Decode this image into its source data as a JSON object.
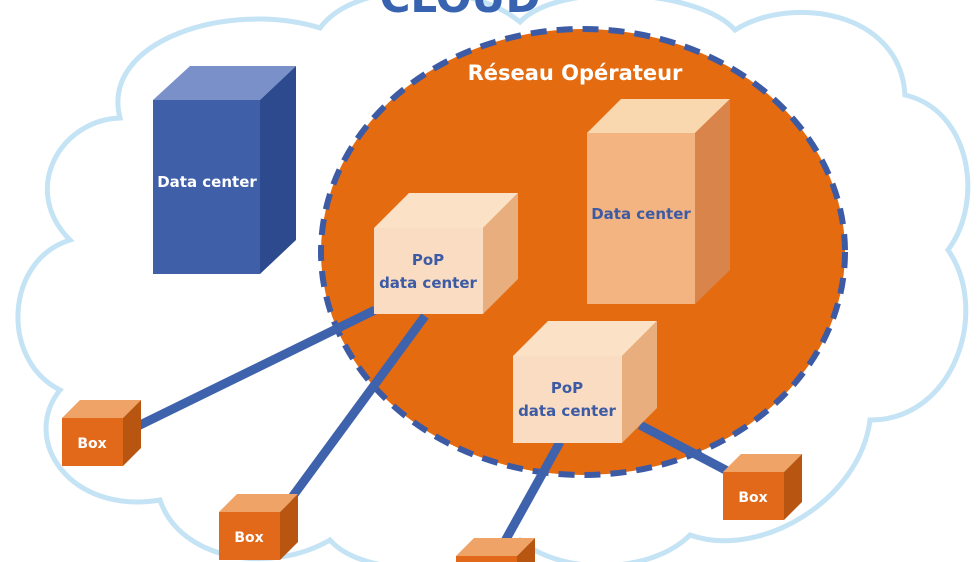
{
  "diagram": {
    "cloud_title": "CLOUD",
    "network_label": "Réseau Opérateur",
    "external_datacenter": {
      "label": "Data center"
    },
    "operator_datacenter": {
      "label": "Data center"
    },
    "pop_1": {
      "line1": "PoP",
      "line2": "data center"
    },
    "pop_2": {
      "line1": "PoP",
      "line2": "data center"
    },
    "boxes": [
      {
        "label": "Box"
      },
      {
        "label": "Box"
      },
      {
        "label": "Box"
      },
      {
        "label": ""
      }
    ],
    "colors": {
      "cloud_outline": "#c4e3f4",
      "network_fill": "#e56b10",
      "network_dash": "#3d5ba5",
      "link_line": "#3f62ad",
      "external_dc_front": "#3f5fa8",
      "operator_dc_front": "#f3b481",
      "pop_front": "#f9dcc1",
      "box_front": "#e2681a"
    }
  }
}
